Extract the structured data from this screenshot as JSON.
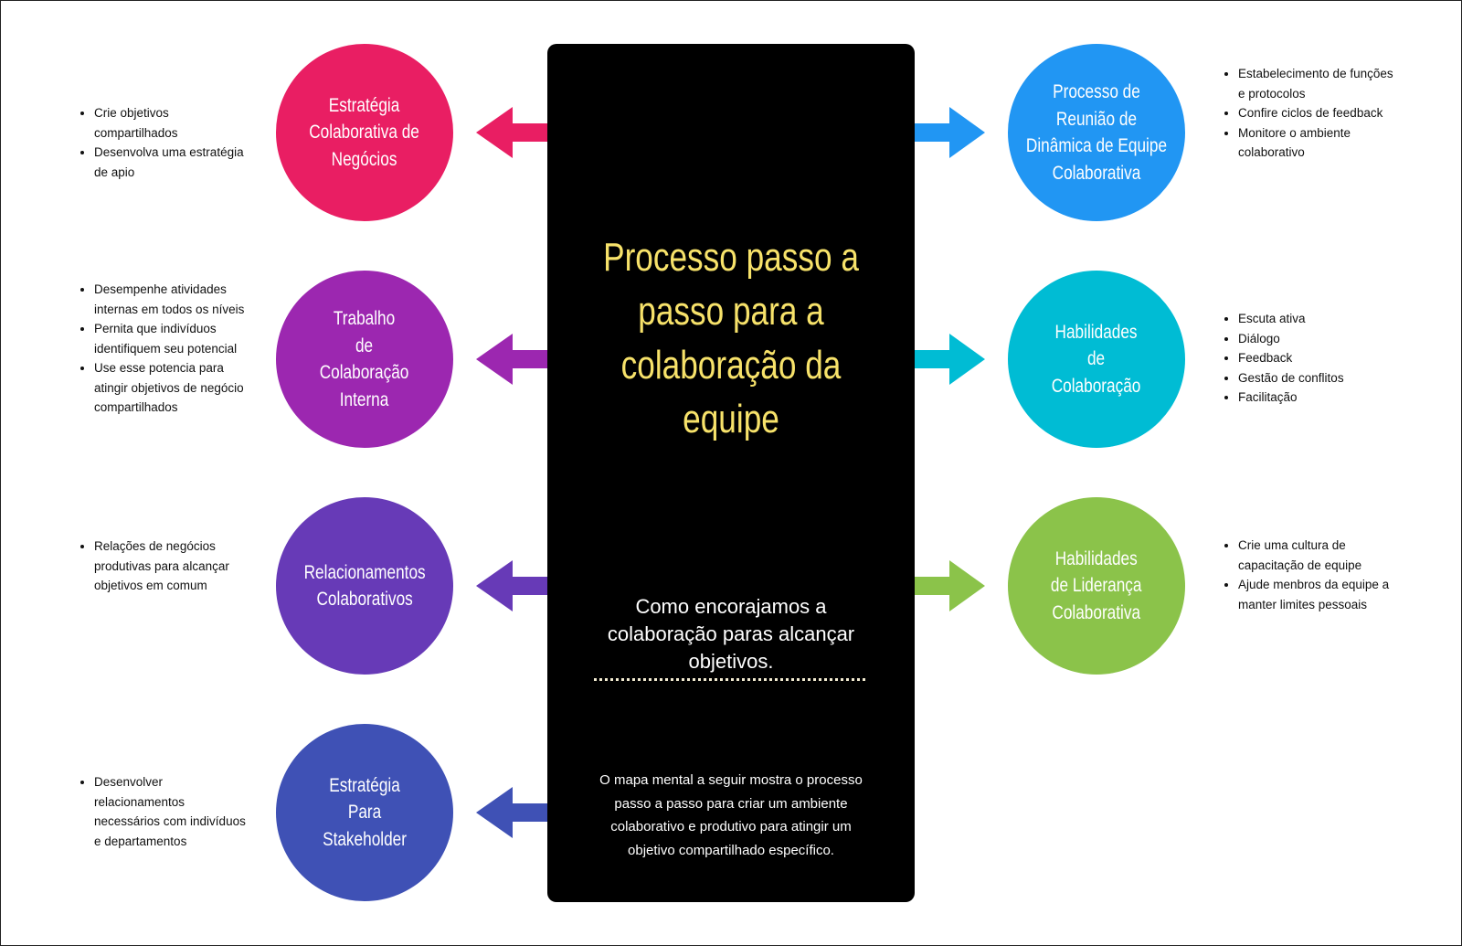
{
  "center": {
    "title_lines": [
      "Processo passo a",
      "passo para a",
      "colaboração da",
      "equipe"
    ],
    "subtitle_lines": [
      "Como encorajamos a",
      "colaboração paras alcançar",
      "objetivos."
    ],
    "description_lines": [
      "O mapa mental a seguir mostra o processo",
      "passo a passo para criar um ambiente",
      "colaborativo e produtivo para atingir um",
      "objetivo compartilhado específico."
    ],
    "title_color": "#f7e26a"
  },
  "left_nodes": [
    {
      "label_lines": [
        "Estratégia",
        "Colaborativa de",
        "Negócios"
      ],
      "color": "#e91e63",
      "bullets": [
        "Crie objetivos compartilhados",
        "Desenvolva uma estratégia de apio"
      ]
    },
    {
      "label_lines": [
        "Trabalho",
        "de",
        "Colaboração",
        "Interna"
      ],
      "color": "#9c27b0",
      "bullets": [
        "Desempenhe atividades internas em todos os níveis",
        "Pernita que indivíduos identifiquem seu potencial",
        "Use esse potencia para atingir objetivos de negócio compartilhados"
      ]
    },
    {
      "label_lines": [
        "Relacionamentos",
        "Colaborativos"
      ],
      "color": "#673ab7",
      "bullets": [
        "Relações de negócios produtivas para alcançar objetivos em comum"
      ]
    },
    {
      "label_lines": [
        "Estratégia",
        "Para",
        "Stakeholder"
      ],
      "color": "#3f51b5",
      "bullets": [
        "Desenvolver relacionamentos necessários com indivíduos e departamentos"
      ]
    }
  ],
  "right_nodes": [
    {
      "label_lines": [
        "Processo de",
        "Reunião de",
        "Dinâmica de Equipe",
        "Colaborativa"
      ],
      "color": "#2196f3",
      "bullets": [
        "Estabelecimento de funções e protocolos",
        "Confire ciclos de feedback",
        "Monitore o ambiente colaborativo"
      ]
    },
    {
      "label_lines": [
        "Habilidades",
        "de",
        "Colaboração"
      ],
      "color": "#00bcd4",
      "bullets": [
        "Escuta ativa",
        "Diálogo",
        "Feedback",
        "Gestão de conflitos",
        "Facilitação"
      ]
    },
    {
      "label_lines": [
        "Habilidades",
        "de Liderança",
        "Colaborativa"
      ],
      "color": "#8bc34a",
      "bullets": [
        "Crie uma cultura de capacitação de equipe",
        "Ajude menbros da equipe a manter  limites pessoais"
      ]
    }
  ]
}
